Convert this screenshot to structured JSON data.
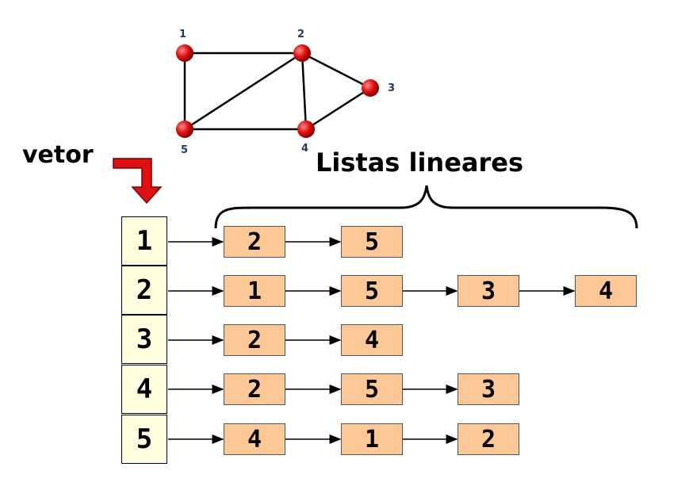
{
  "graph": {
    "vertices": [
      "1",
      "2",
      "3",
      "4",
      "5"
    ],
    "edges": [
      [
        "1",
        "2"
      ],
      [
        "1",
        "5"
      ],
      [
        "2",
        "5"
      ],
      [
        "2",
        "4"
      ],
      [
        "2",
        "3"
      ],
      [
        "3",
        "4"
      ],
      [
        "4",
        "5"
      ]
    ]
  },
  "labels": {
    "vetor": "vetor",
    "listas": "Listas lineares"
  },
  "vector": [
    "1",
    "2",
    "3",
    "4",
    "5"
  ],
  "lists": [
    [
      "2",
      "5"
    ],
    [
      "1",
      "5",
      "3",
      "4"
    ],
    [
      "2",
      "4"
    ],
    [
      "2",
      "5",
      "3"
    ],
    [
      "4",
      "1",
      "2"
    ]
  ],
  "colors": {
    "vertex": "#e01010",
    "vector_cell": "#ffffe0",
    "list_node": "#fcc896",
    "arrow": "#e01010",
    "vertex_label": "#1f3a5c"
  }
}
